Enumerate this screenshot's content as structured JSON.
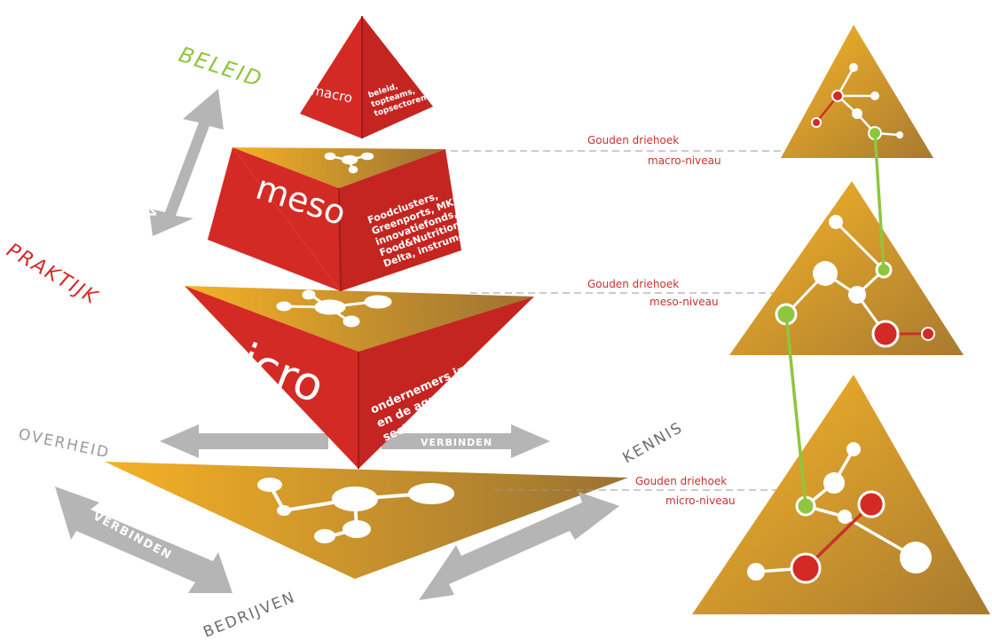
{
  "colors": {
    "red": "#d42a25",
    "red_dark": "#9f1d1a",
    "gold": "#f3ad22",
    "gold_dark": "#a57528",
    "gray": "#b5b5b5",
    "green": "#8ec63f",
    "line_red": "#c8322d"
  },
  "axis": {
    "beleid": "BELEID",
    "praktijk": "PRAKTIJK",
    "verbinden_vertical": "VERBINDEN"
  },
  "pyramid": {
    "macro": {
      "title": "macro",
      "desc": [
        "beleid,",
        "topteams,",
        "topsectoren"
      ]
    },
    "meso": {
      "title": "meso",
      "desc": [
        "Foodclusters,",
        "Greenports, MKB",
        "innovatiefonds,",
        "Food&Nutrition",
        "Delta, instrumenten"
      ]
    },
    "micro": {
      "title": "micro",
      "desc": [
        "ondernemers in het MKB",
        "en de agro- en tuinbouw-",
        "sector"
      ]
    }
  },
  "base": {
    "overheid": "OVERHEID",
    "kennis": "KENNIS",
    "bedrijven": "BEDRIJVEN",
    "verbinden_left": "VERBINDEN",
    "verbinden_right": "VERBINDEN",
    "verbinden_top": "VERBINDEN"
  },
  "levels": [
    {
      "line1": "Gouden driehoek",
      "line2": "macro-niveau"
    },
    {
      "line1": "Gouden driehoek",
      "line2": "meso-niveau"
    },
    {
      "line1": "Gouden driehoek",
      "line2": "micro-niveau"
    }
  ]
}
